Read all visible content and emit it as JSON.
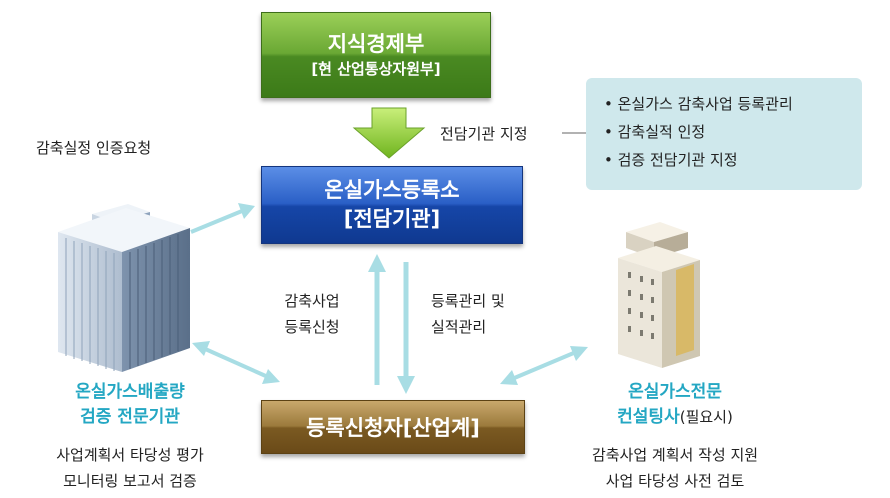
{
  "nodes": {
    "ministry": {
      "title": "지식경제부",
      "subtitle": "[현 산업통상자원부]"
    },
    "registry": {
      "title": "온실가스등록소",
      "subtitle": "[전담기관]"
    },
    "applicant": {
      "title": "등록신청자[산업계]"
    }
  },
  "arrow_labels": {
    "designation": "전담기관 지정",
    "request": "감축실정 인증요청",
    "apply_line1": "감축사업",
    "apply_line2": "등록신청",
    "manage_line1": "등록관리 및",
    "manage_line2": "실적관리"
  },
  "info_box": {
    "items": [
      "• 온실가스 감축사업 등록관리",
      "• 감축실적 인정",
      "• 검증 전담기관 지정"
    ]
  },
  "verifier": {
    "name_line1": "온실가스배출량",
    "name_line2": "검증 전문기관",
    "desc_line1": "사업계획서 타당성 평가",
    "desc_line2": "모니터링 보고서 검증"
  },
  "consultant": {
    "name_line1": "온실가스전문",
    "name_line2": "컨설팅사",
    "name_suffix": "(필요시)",
    "desc_line1": "감축사업 계획서 작성 지원",
    "desc_line2": "사업 타당성 사전 검토"
  },
  "colors": {
    "green_box": "#5a9a2a",
    "blue_box": "#1f4fb5",
    "brown_box": "#8a6a2e",
    "info_bg": "#cfe8ec",
    "arrow": "#a8dde4",
    "entity_text": "#24a7c3",
    "down_arrow": "#8ccf3a"
  }
}
